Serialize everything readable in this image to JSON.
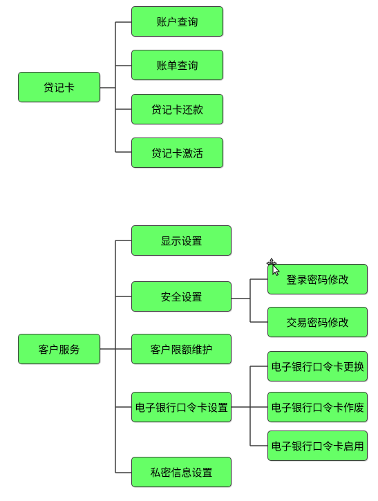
{
  "tree1": {
    "root": "贷记卡",
    "children": [
      "账户查询",
      "账单查询",
      "贷记卡还款",
      "贷记卡激活"
    ]
  },
  "tree2": {
    "root": "客户服务",
    "children": [
      "显示设置",
      "安全设置",
      "客户限额维护",
      "电子银行口令卡设置",
      "私密信息设置"
    ],
    "security": [
      "登录密码修改",
      "交易密码修改"
    ],
    "token": [
      "电子银行口令卡更换",
      "电子银行口令卡作废",
      "电子银行口令卡启用"
    ]
  },
  "colors": {
    "node_fill": "#66ff66",
    "node_border": "#3d3d3d",
    "line": "#3d3d3d"
  },
  "icons": {
    "cursor": "move-cursor-icon"
  }
}
